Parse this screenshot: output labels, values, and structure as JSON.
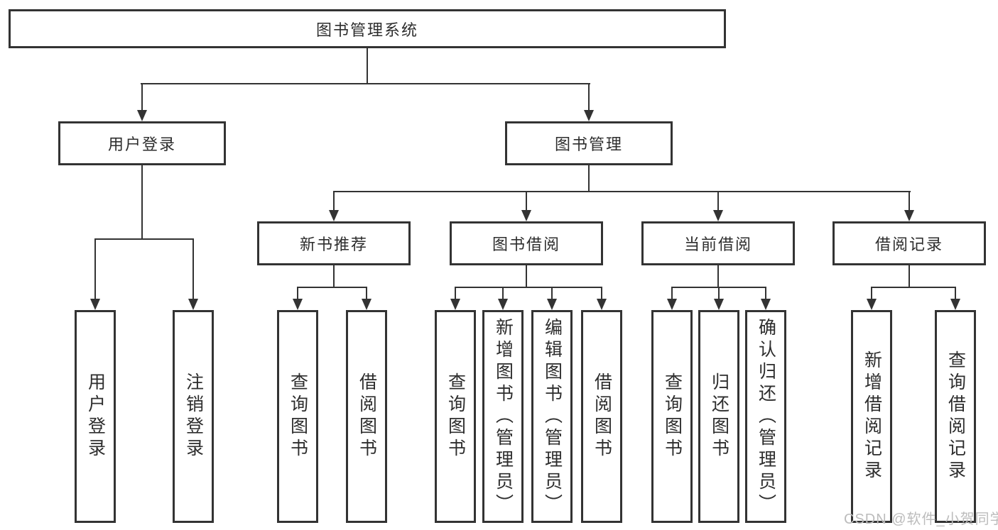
{
  "diagram_title": "图书管理系统",
  "tree": {
    "label": "图书管理系统",
    "children": [
      {
        "label": "用户登录",
        "children": [
          {
            "label": "用户登录"
          },
          {
            "label": "注销登录"
          }
        ]
      },
      {
        "label": "图书管理",
        "children": [
          {
            "label": "新书推荐",
            "children": [
              {
                "label": "查询图书"
              },
              {
                "label": "借阅图书"
              }
            ]
          },
          {
            "label": "图书借阅",
            "children": [
              {
                "label": "查询图书"
              },
              {
                "label": "新增图书（管理员）"
              },
              {
                "label": "编辑图书（管理员）"
              },
              {
                "label": "借阅图书"
              }
            ]
          },
          {
            "label": "当前借阅",
            "children": [
              {
                "label": "查询图书"
              },
              {
                "label": "归还图书"
              },
              {
                "label": "确认归还（管理员）"
              }
            ]
          },
          {
            "label": "借阅记录",
            "children": [
              {
                "label": "新增借阅记录"
              },
              {
                "label": "查询借阅记录"
              }
            ]
          }
        ]
      }
    ]
  },
  "watermark": {
    "text": "CSDN @软件_小贺同学"
  },
  "colors": {
    "line": "#333333",
    "text": "#2d2d2d",
    "watermark": "#bcbcbc",
    "background": "#ffffff"
  }
}
